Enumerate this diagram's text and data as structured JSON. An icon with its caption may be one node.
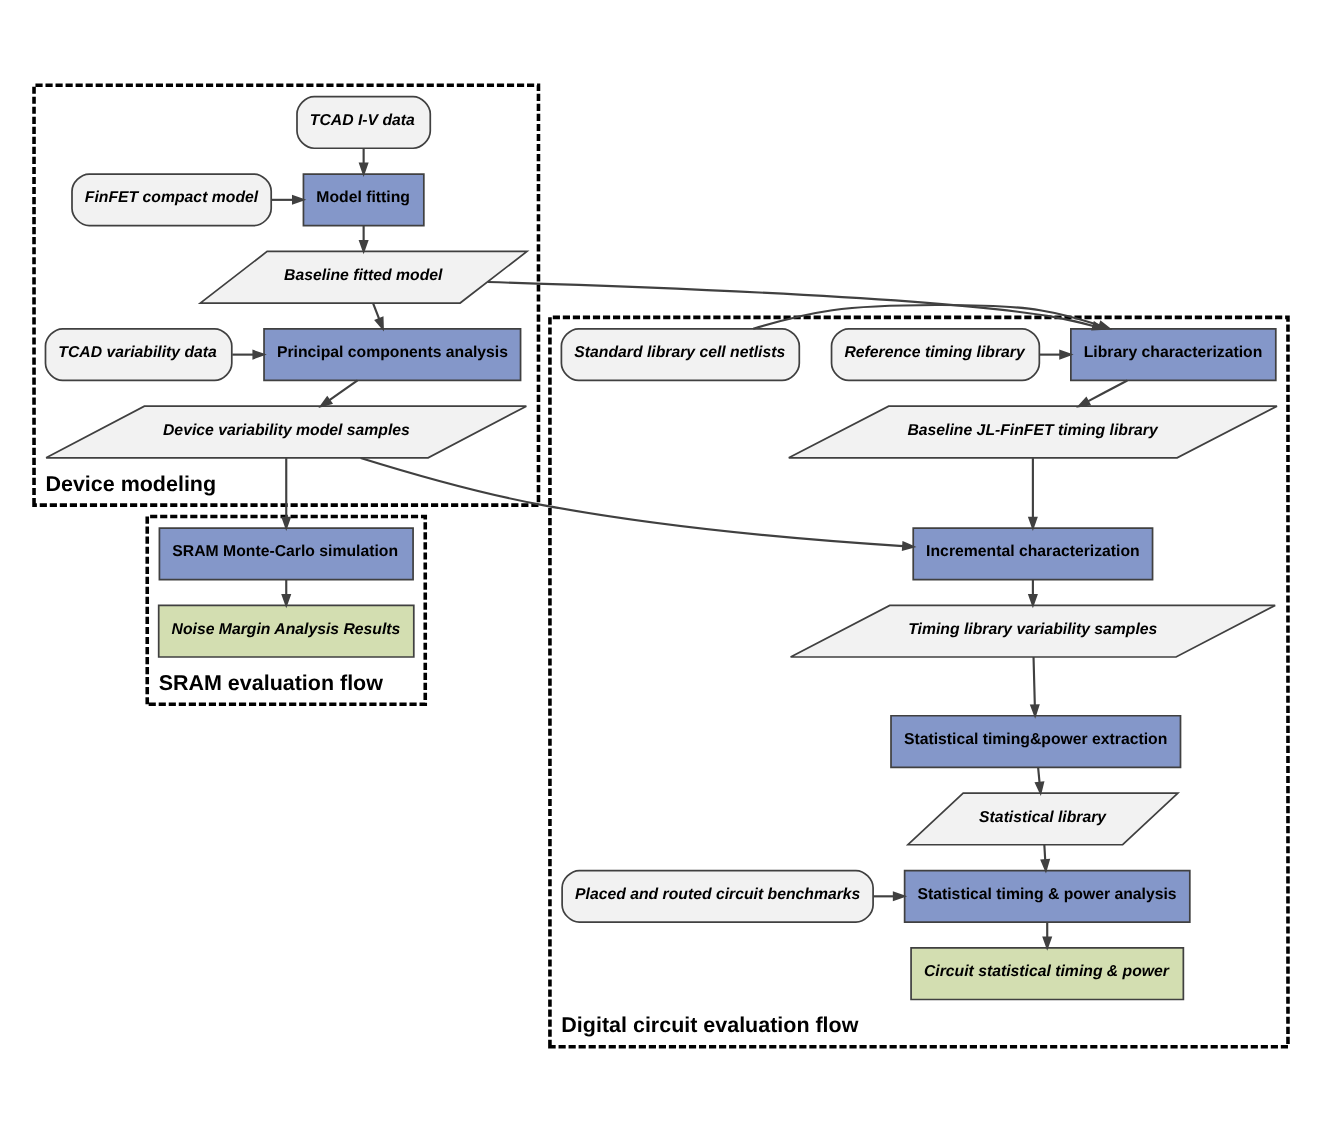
{
  "diagram": {
    "nodes": [
      {
        "text": [
          "Device modeling"
        ]
      },
      {
        "text": [
          "TCAD I-V data"
        ],
        "in": 0
      },
      {
        "text": [
          "FinFET compact model"
        ],
        "in": 0
      },
      {
        "text": [
          "Model fitting"
        ],
        "in": 0
      },
      {
        "text": [
          "Baseline fitted model"
        ],
        "in": 0
      },
      {
        "text": [
          "TCAD variability data"
        ],
        "in": 0
      },
      {
        "text": [
          "Principal components analysis"
        ],
        "in": 0
      },
      {
        "text": [
          "Device variability model samples"
        ],
        "in": 0
      },
      {
        "text": [
          "SRAM evaluation flow"
        ]
      },
      {
        "text": [
          "SRAM Monte-Carlo simulation"
        ],
        "in": 8
      },
      {
        "text": [
          "Noise Margin Analysis Results"
        ],
        "in": 8
      },
      {
        "text": [
          "Digital circuit evaluation flow"
        ]
      },
      {
        "text": [
          "Reference timing library"
        ],
        "in": 11
      },
      {
        "text": [
          "Library characterization"
        ],
        "in": 11
      },
      {
        "text": [
          "Standard library cell netlists"
        ],
        "in": 11
      },
      {
        "text": [
          "Baseline JL-FinFET timing library"
        ],
        "in": 11
      },
      {
        "text": [
          "Incremental characterization"
        ],
        "in": 11
      },
      {
        "text": [
          "Timing library variability samples"
        ],
        "in": 11
      },
      {
        "text": [
          "Statistical timing&power extraction"
        ],
        "in": 11
      },
      {
        "text": [
          "Statistical library"
        ],
        "in": 11
      },
      {
        "text": [
          "Statistical timing & power analysis"
        ],
        "in": 11
      },
      {
        "text": [
          "Placed and routed circuit benchmarks"
        ],
        "in": 11
      },
      {
        "text": [
          "Circuit statistical timing & power"
        ],
        "in": 11
      }
    ],
    "edges": [
      {
        "from": 1,
        "to": 3,
        "arrow": "to"
      },
      {
        "from": 2,
        "to": 3,
        "arrow": "to"
      },
      {
        "from": 3,
        "to": 4,
        "arrow": "to"
      },
      {
        "from": 4,
        "to": 6,
        "arrow": "to"
      },
      {
        "from": 5,
        "to": 6,
        "arrow": "to"
      },
      {
        "from": 6,
        "to": 7,
        "arrow": "to"
      },
      {
        "from": 7,
        "to": 9,
        "arrow": "to"
      },
      {
        "from": 9,
        "to": 10,
        "arrow": "to"
      },
      {
        "from": 4,
        "to": 13,
        "arrow": "to"
      },
      {
        "from": 12,
        "to": 13,
        "arrow": "to"
      },
      {
        "from": 14,
        "to": 13,
        "arrow": "to"
      },
      {
        "from": 13,
        "to": 15,
        "arrow": "to"
      },
      {
        "from": 15,
        "to": 16,
        "arrow": "to"
      },
      {
        "from": 7,
        "to": 16,
        "arrow": "to"
      },
      {
        "from": 16,
        "to": 17,
        "arrow": "to"
      },
      {
        "from": 17,
        "to": 18,
        "arrow": "to"
      },
      {
        "from": 18,
        "to": 19,
        "arrow": "to"
      },
      {
        "from": 19,
        "to": 20,
        "arrow": "to"
      },
      {
        "from": 21,
        "to": 20,
        "arrow": "to"
      },
      {
        "from": 20,
        "to": 22,
        "arrow": "to"
      }
    ]
  }
}
